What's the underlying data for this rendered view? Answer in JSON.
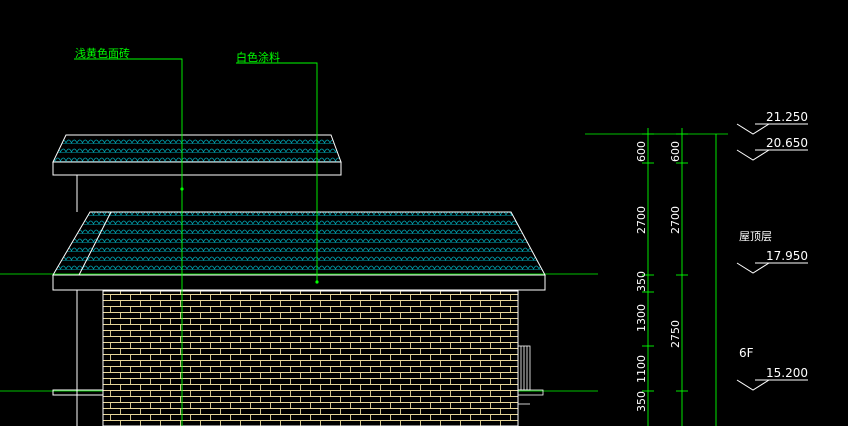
{
  "colors": {
    "background": "#000000",
    "outline": "#ffffff",
    "dimension": "#00ff00",
    "tile": "#00a6b4",
    "brick": "#e8d79a",
    "text_white": "#ffffff"
  },
  "annotations": {
    "leader_1": "浅黄色面砖",
    "leader_2": "白色涂料"
  },
  "elevations": {
    "e1": "21.250",
    "e2": "20.650",
    "roof_label": "屋顶层",
    "e3": "17.950",
    "floor_label": "6F",
    "e4": "15.200"
  },
  "dims_inner": [
    "600",
    "2700",
    "350",
    "1300",
    "1100",
    "350"
  ],
  "dims_outer": [
    "600",
    "2700",
    "2750"
  ]
}
